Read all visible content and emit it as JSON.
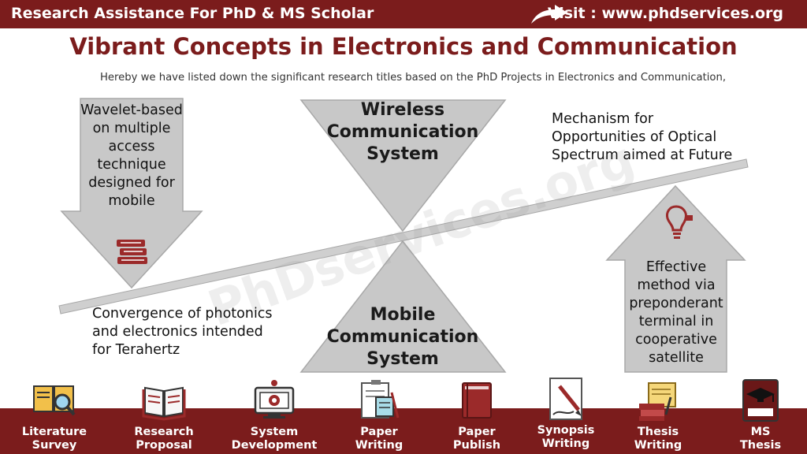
{
  "header": {
    "brand": "Research Assistance For PhD & MS Scholar",
    "visit": "Visit : www.phdservices.org"
  },
  "title": "Vibrant Concepts in Electronics and Communication",
  "subtitle": "Hereby we have listed down the significant research titles based on the PhD Projects in Electronics and Communication,",
  "watermark": "PhDservices.org",
  "diagram": {
    "wireless": [
      "Wireless",
      "Communication",
      "System"
    ],
    "mobile": [
      "Mobile",
      "Communication",
      "System"
    ],
    "left_arrow_text": [
      "Wavelet-based",
      "on multiple",
      "access",
      "technique",
      "designed for",
      "mobile"
    ],
    "bottom_left_text": [
      "Convergence of photonics",
      "and electronics intended",
      "for Terahertz"
    ],
    "top_right_text": [
      "Mechanism for",
      "Opportunities of Optical",
      "Spectrum aimed at Future"
    ],
    "right_arrow_text": [
      "Effective",
      "method via",
      "preponderant",
      "terminal in",
      "cooperative",
      "satellite"
    ]
  },
  "services": [
    {
      "label": [
        "Literature",
        "Survey"
      ],
      "icon": "literature-survey-icon"
    },
    {
      "label": [
        "Research",
        "Proposal"
      ],
      "icon": "research-proposal-icon"
    },
    {
      "label": [
        "System",
        "Development"
      ],
      "icon": "system-development-icon"
    },
    {
      "label": [
        "Paper",
        "Writing"
      ],
      "icon": "paper-writing-icon"
    },
    {
      "label": [
        "Paper",
        "Publish"
      ],
      "icon": "paper-publish-icon"
    },
    {
      "label": [
        "Synopsis",
        "Writing"
      ],
      "icon": "synopsis-writing-icon"
    },
    {
      "label": [
        "Thesis",
        "Writing"
      ],
      "icon": "thesis-writing-icon"
    },
    {
      "label": [
        "MS",
        "Thesis"
      ],
      "icon": "ms-thesis-icon"
    }
  ],
  "colors": {
    "brand": "#7b1c1c",
    "shape": "#c8c8c8",
    "shape_stroke": "#a8a8a8"
  }
}
